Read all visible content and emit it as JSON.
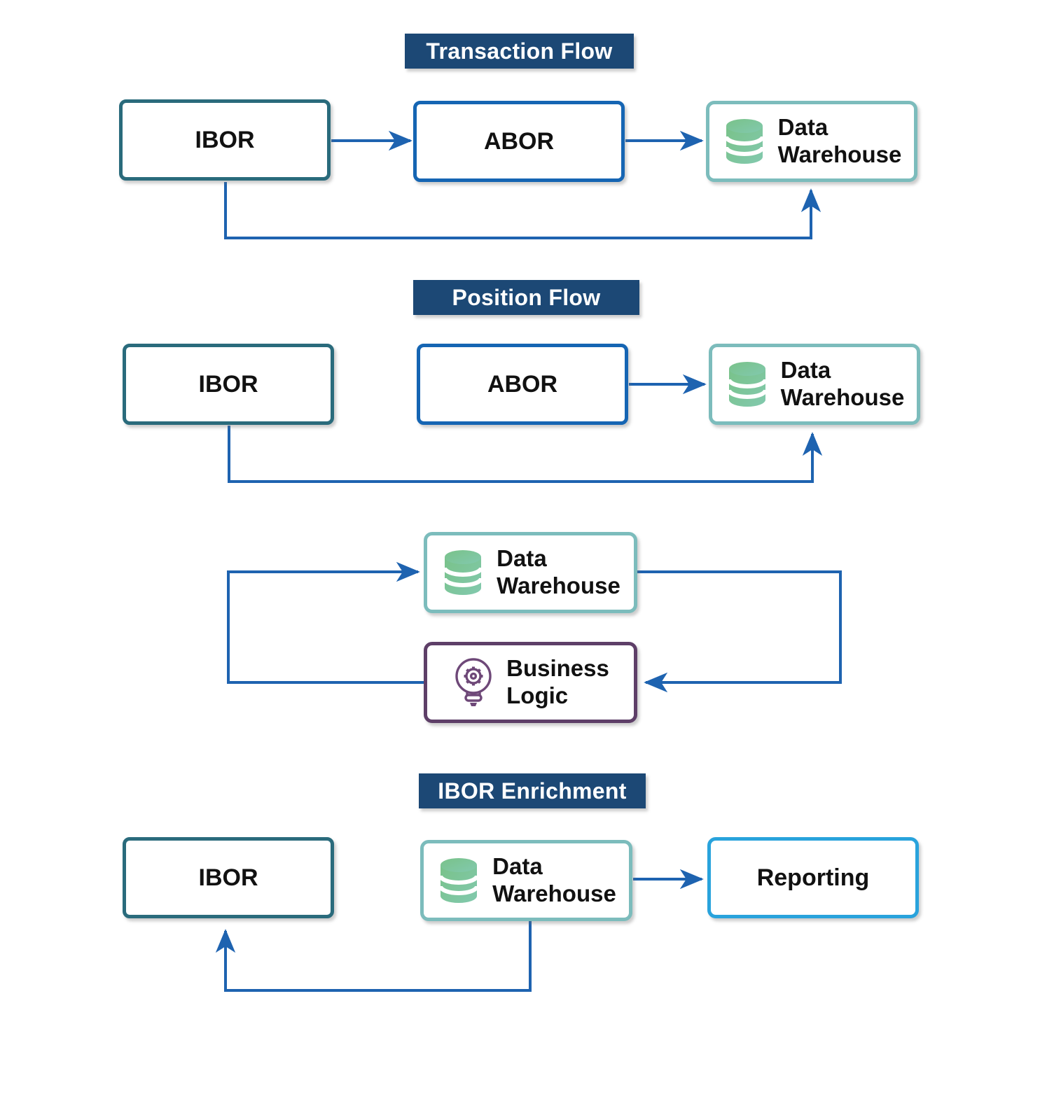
{
  "sections": {
    "transaction": {
      "title": "Transaction Flow"
    },
    "position": {
      "title": "Position Flow"
    },
    "enrichment": {
      "title": "IBOR Enrichment"
    }
  },
  "nodes": {
    "ibor": {
      "label": "IBOR"
    },
    "abor": {
      "label": "ABOR"
    },
    "data_warehouse": {
      "lines": [
        "Data",
        "Warehouse"
      ],
      "icon": "database-icon"
    },
    "business_logic": {
      "lines": [
        "Business",
        "Logic"
      ],
      "icon": "lightbulb-gear-icon"
    },
    "reporting": {
      "label": "Reporting"
    }
  },
  "colors": {
    "header_bg": "#1C4875",
    "header_text": "#FFFFFF",
    "node_text": "#111111",
    "ibor_border": "#2A6B7C",
    "abor_border": "#1565B3",
    "dw_border": "#7CBCBC",
    "reporting_border": "#29A3DC",
    "business_border": "#5E3F68",
    "arrow": "#1E63B0",
    "db_icon_green": "#79C289",
    "db_icon_teal": "#82C9AE",
    "bulb_icon_purple": "#6E4878"
  }
}
